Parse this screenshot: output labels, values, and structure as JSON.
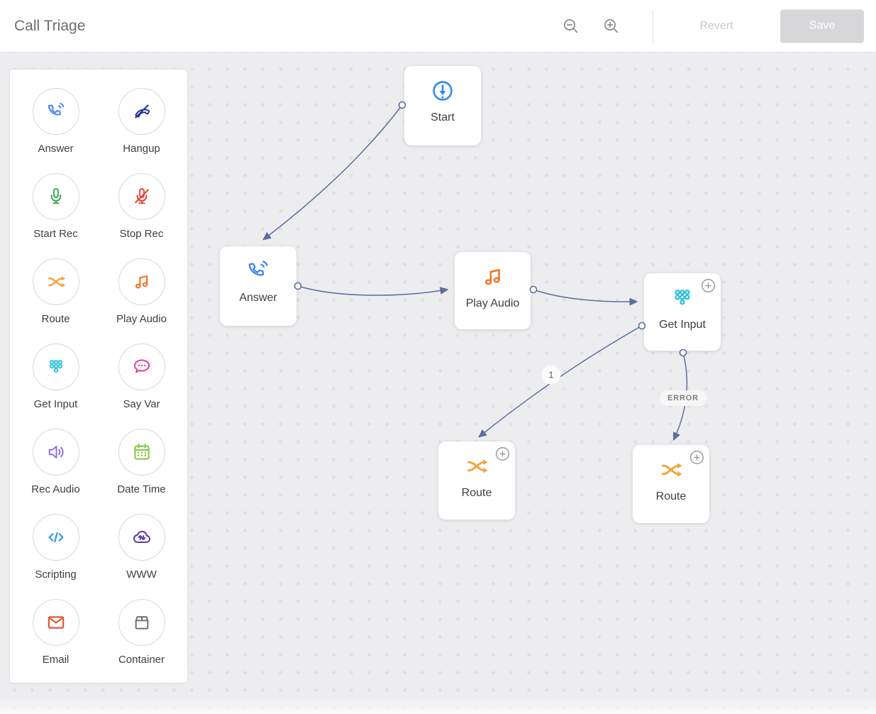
{
  "header": {
    "title": "Call Triage",
    "revert_label": "Revert",
    "save_label": "Save",
    "zoom_out_icon": "magnifier-minus-icon",
    "zoom_in_icon": "magnifier-plus-icon"
  },
  "sidebar": {
    "items": [
      {
        "label": "Answer",
        "icon": "answer-phone-icon",
        "color": "#4285f4"
      },
      {
        "label": "Hangup",
        "icon": "hangup-phone-icon",
        "color": "#283593"
      },
      {
        "label": "Start Rec",
        "icon": "microphone-icon",
        "color": "#34a853"
      },
      {
        "label": "Stop Rec",
        "icon": "microphone-off-icon",
        "color": "#ea4335"
      },
      {
        "label": "Route",
        "icon": "shuffle-route-icon",
        "color": "#f2a33a"
      },
      {
        "label": "Play Audio",
        "icon": "music-note-icon",
        "color": "#f4731f"
      },
      {
        "label": "Get Input",
        "icon": "dialpad-icon",
        "color": "#29c0dc"
      },
      {
        "label": "Say Var",
        "icon": "speech-bubble-icon",
        "color": "#ec3e96"
      },
      {
        "label": "Rec Audio",
        "icon": "speaker-audio-icon",
        "color": "#8d6cf0"
      },
      {
        "label": "Date Time",
        "icon": "calendar-icon",
        "color": "#7cc93f"
      },
      {
        "label": "Scripting",
        "icon": "code-brackets-icon",
        "color": "#2e9bf0"
      },
      {
        "label": "WWW",
        "icon": "cloud-transfer-icon",
        "color": "#5f3aa8"
      },
      {
        "label": "Email",
        "icon": "envelope-icon",
        "color": "#e2593a"
      },
      {
        "label": "Container",
        "icon": "container-box-icon",
        "color": "#707070"
      }
    ]
  },
  "canvas": {
    "nodes": [
      {
        "label": "Start",
        "icon": "start-icon",
        "color": "#2e8af0",
        "has_add_badge": false
      },
      {
        "label": "Answer",
        "icon": "answer-phone-icon",
        "color": "#4285f4",
        "has_add_badge": false
      },
      {
        "label": "Play Audio",
        "icon": "music-note-icon",
        "color": "#f4731f",
        "has_add_badge": false
      },
      {
        "label": "Get Input",
        "icon": "dialpad-icon",
        "color": "#29c0dc",
        "has_add_badge": true
      },
      {
        "label": "Route",
        "icon": "shuffle-route-icon",
        "color": "#f2a33a",
        "has_add_badge": true
      },
      {
        "label": "Route",
        "icon": "shuffle-route-icon",
        "color": "#f2a33a",
        "has_add_badge": true
      }
    ],
    "edge_labels": {
      "branch_1": "1",
      "error": "ERROR"
    },
    "edge_color": "#5c6da0",
    "background_color": "#ededef",
    "dot_color": "#dfdfe1"
  }
}
